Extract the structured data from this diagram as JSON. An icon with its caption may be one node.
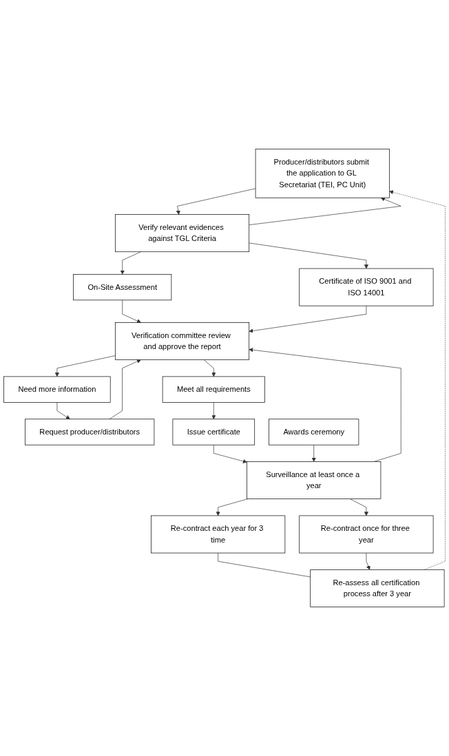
{
  "diagram": {
    "nodes": [
      {
        "text": [
          "Producer/distributors submit the application to GL Secretariat (TEI, PC Unit)"
        ]
      },
      {
        "text": [
          "Verify relevant evidences against TGL Criteria"
        ]
      },
      {
        "text": [
          "On-Site Assessment"
        ]
      },
      {
        "text": [
          "Certificate of ISO 9001 and ISO 14001"
        ]
      },
      {
        "text": [
          "Verification committee review and approve the report"
        ]
      },
      {
        "text": [
          "Meet all requirements"
        ]
      },
      {
        "text": [
          "Need more information"
        ]
      },
      {
        "text": [
          "Request producer/distributors"
        ]
      },
      {
        "text": [
          "Issue certificate"
        ]
      },
      {
        "text": [
          "Awards ceremony"
        ]
      },
      {
        "text": [
          "Surveillance at least once a year"
        ]
      },
      {
        "text": [
          "Re-contract each year for 3 time"
        ]
      },
      {
        "text": [
          "Re-contract once for three year"
        ]
      },
      {
        "text": [
          "Re-assess all certification process after 3 year"
        ]
      }
    ],
    "edges": [
      {
        "from": 0,
        "to": 1,
        "arrow": "to"
      },
      {
        "from": 1,
        "to": 0,
        "arrow": "to"
      },
      {
        "from": 1,
        "to": 2,
        "arrow": "to"
      },
      {
        "from": 1,
        "to": 3,
        "arrow": "to"
      },
      {
        "from": 2,
        "to": 4,
        "arrow": "to"
      },
      {
        "from": 3,
        "to": 4,
        "arrow": "to"
      },
      {
        "from": 4,
        "to": 5,
        "arrow": "to"
      },
      {
        "from": 4,
        "to": 6,
        "arrow": "to"
      },
      {
        "from": 6,
        "to": 7,
        "arrow": "to"
      },
      {
        "from": 7,
        "to": 4,
        "arrow": "to"
      },
      {
        "from": 5,
        "to": 8,
        "arrow": "to"
      },
      {
        "from": 8,
        "to": 10,
        "arrow": "to"
      },
      {
        "from": 9,
        "to": 10,
        "arrow": "to"
      },
      {
        "from": 10,
        "to": 4,
        "arrow": "to"
      },
      {
        "from": 10,
        "to": 11,
        "arrow": "to"
      },
      {
        "from": 10,
        "to": 12,
        "arrow": "to"
      },
      {
        "from": 11,
        "to": 13,
        "arrow": "none"
      },
      {
        "from": 12,
        "to": 13,
        "arrow": "to"
      },
      {
        "from": 13,
        "to": 0,
        "arrow": "to",
        "style": "dashed"
      }
    ]
  }
}
